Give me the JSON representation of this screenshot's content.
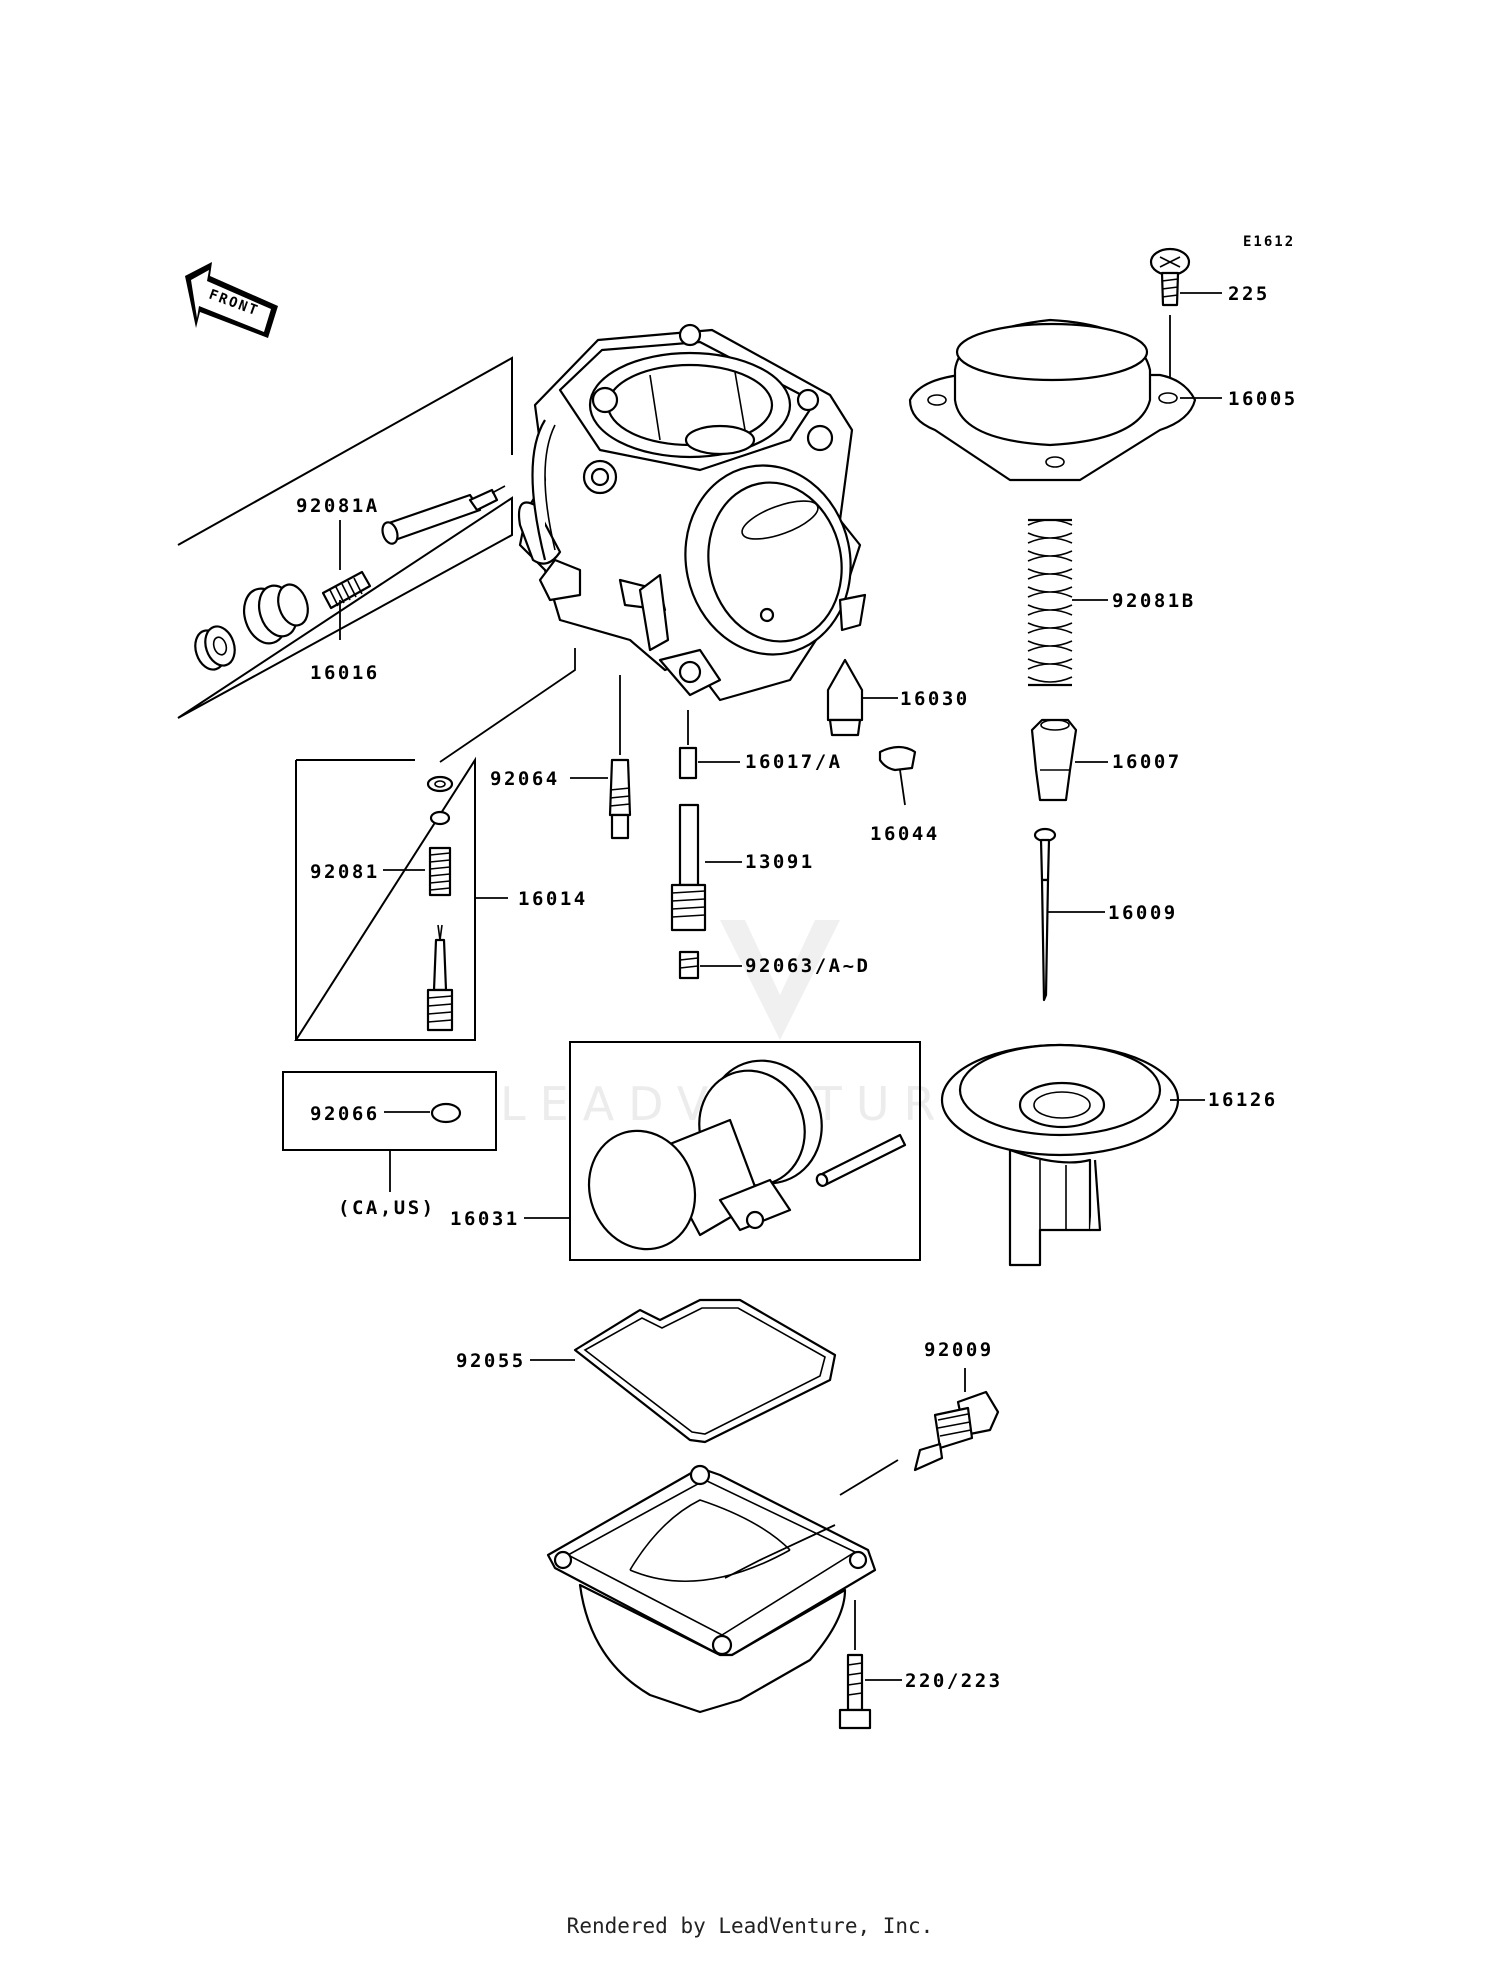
{
  "diagram_id": "E1612",
  "front_label": "FRONT",
  "watermark_text": "LEADVENTURE",
  "footer": "Rendered by LeadVenture, Inc.",
  "labels": {
    "p225": "225",
    "p16005": "16005",
    "p92081A": "92081A",
    "p16016": "16016",
    "p92081B": "92081B",
    "p16030": "16030",
    "p92064": "92064",
    "p16017A": "16017/A",
    "p16007": "16007",
    "p16044": "16044",
    "p92081": "92081",
    "p16014": "16014",
    "p13091": "13091",
    "p16009": "16009",
    "p92063": "92063/A~D",
    "p92066": "92066",
    "p16126": "16126",
    "caus": "(CA,US)",
    "p16031": "16031",
    "p92055": "92055",
    "p92009": "92009",
    "p220": "220/223"
  }
}
